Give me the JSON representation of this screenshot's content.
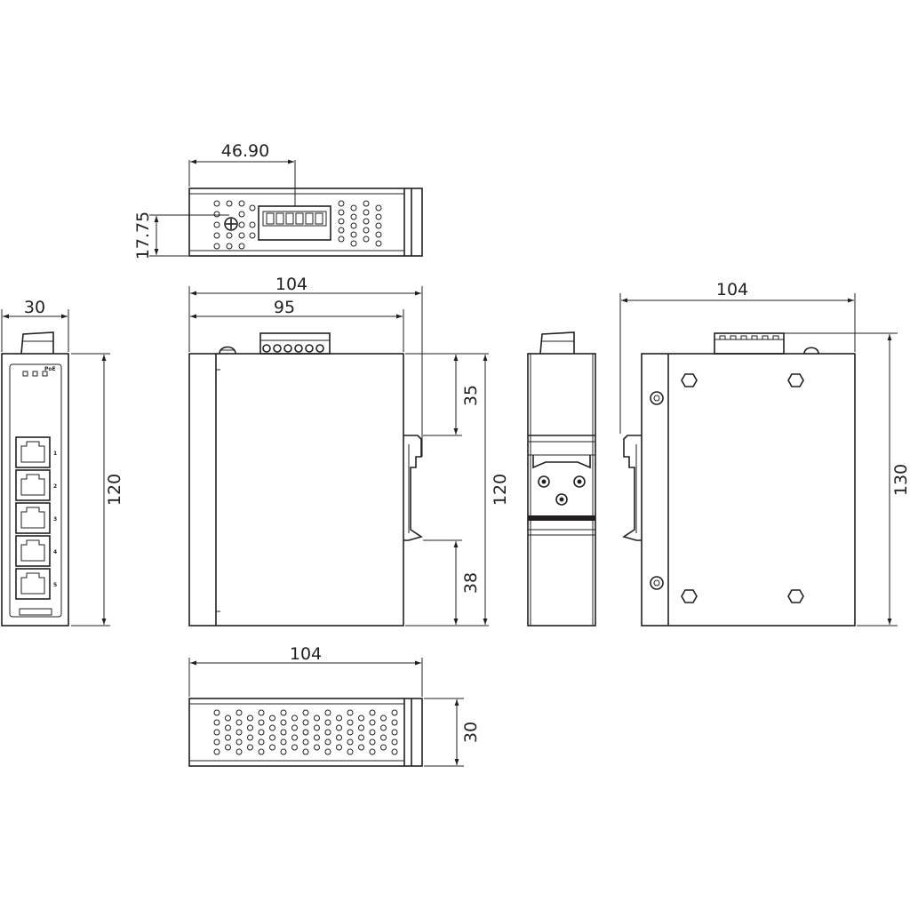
{
  "dimensions": {
    "top_view_width": "46.90",
    "top_view_height": "17.75",
    "front_width": "30",
    "front_height": "120",
    "side_total_width": "104",
    "side_body_width": "95",
    "side_upper_offset": "35",
    "side_lower_offset": "38",
    "side_height": "120",
    "rear_width": "104",
    "rear_total_height": "130",
    "bottom_width": "104",
    "bottom_height": "30"
  },
  "ports": [
    "1",
    "2",
    "3",
    "4",
    "5"
  ],
  "colors": {
    "line": "#231f20",
    "background": "#ffffff"
  }
}
